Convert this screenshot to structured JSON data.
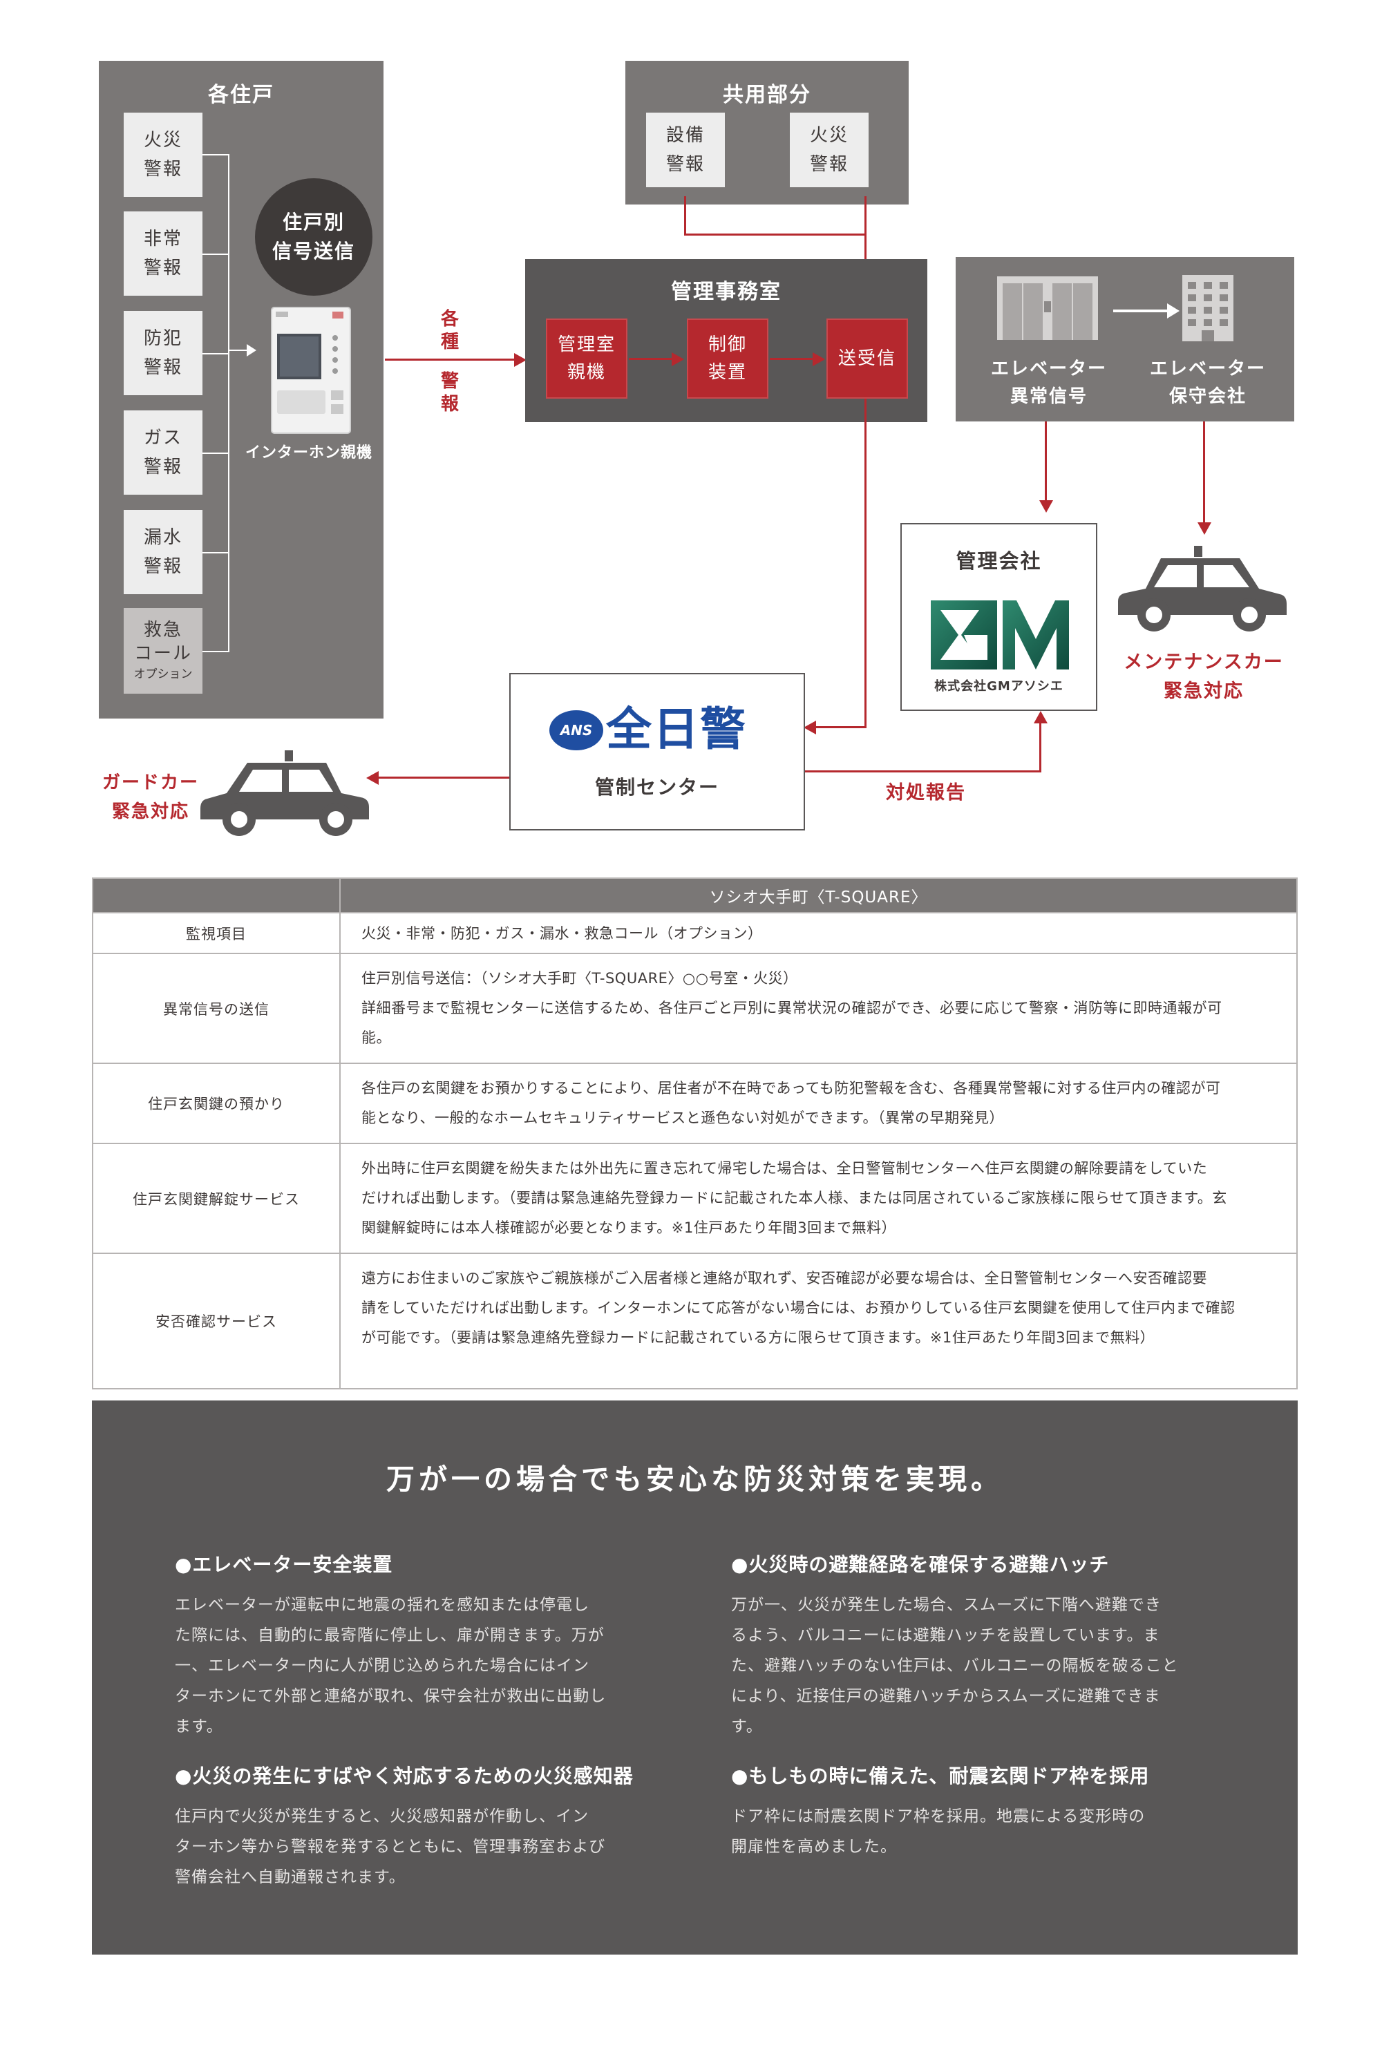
{
  "diagram": {
    "residences": {
      "title": "各住戸",
      "alarms": [
        {
          "line1": "火災",
          "line2": "警報"
        },
        {
          "line1": "非常",
          "line2": "警報"
        },
        {
          "line1": "防犯",
          "line2": "警報"
        },
        {
          "line1": "ガス",
          "line2": "警報"
        },
        {
          "line1": "漏水",
          "line2": "警報"
        }
      ],
      "emergency": {
        "line1": "救急",
        "line2": "コール",
        "option": "オプション"
      },
      "signal_circle": {
        "line1": "住戸別",
        "line2": "信号送信"
      },
      "intercom_label": "インターホン親機"
    },
    "arrow_various_alarms": {
      "c1": "各",
      "c2": "種",
      "c3": "警",
      "c4": "報"
    },
    "common_area": {
      "title": "共用部分",
      "boxes": [
        {
          "line1": "設備",
          "line2": "警報"
        },
        {
          "line1": "火災",
          "line2": "警報"
        }
      ]
    },
    "management_office": {
      "title": "管理事務室",
      "boxes": [
        {
          "line1": "管理室",
          "line2": "親機"
        },
        {
          "line1": "制御",
          "line2": "装置"
        },
        {
          "line1": "送受信",
          "line2": ""
        }
      ]
    },
    "elevator": {
      "signal": {
        "line1": "エレベーター",
        "line2": "異常信号"
      },
      "company": {
        "line1": "エレベーター",
        "line2": "保守会社"
      }
    },
    "management_company": {
      "title": "管理会社",
      "logo_text": "株式会社GMアソシエ"
    },
    "maintenance_car": {
      "line1": "メンテナンスカー",
      "line2": "緊急対応"
    },
    "control_center": {
      "logo_badge": "ANS",
      "logo_text": "全日警",
      "label": "管制センター"
    },
    "guard_car": {
      "line1": "ガードカー",
      "line2": "緊急対応"
    },
    "report_label": "対処報告"
  },
  "table": {
    "header": "ソシオ大手町〈T-SQUARE〉",
    "rows": [
      {
        "label": "監視項目",
        "lines": [
          "火災・非常・防犯・ガス・漏水・救急コール（オプション）"
        ]
      },
      {
        "label": "異常信号の送信",
        "lines": [
          "住戸別信号送信：（ソシオ大手町〈T-SQUARE〉○○号室・火災）",
          "詳細番号まで監視センターに送信するため、各住戸ごと戸別に異常状況の確認ができ、必要に応じて警察・消防等に即時通報が可",
          "能。"
        ]
      },
      {
        "label": "住戸玄関鍵の預かり",
        "lines": [
          "各住戸の玄関鍵をお預かりすることにより、居住者が不在時であっても防犯警報を含む、各種異常警報に対する住戸内の確認が可",
          "能となり、一般的なホームセキュリティサービスと遜色ない対処ができます。（異常の早期発見）"
        ]
      },
      {
        "label": "住戸玄関鍵解錠サービス",
        "lines": [
          "外出時に住戸玄関鍵を紛失または外出先に置き忘れて帰宅した場合は、全日警管制センターへ住戸玄関鍵の解除要請をしていた",
          "だければ出動します。（要請は緊急連絡先登録カードに記載された本人様、または同居されているご家族様に限らせて頂きます。玄",
          "関鍵解錠時には本人様確認が必要となります。※1住戸あたり年間3回まで無料）"
        ]
      },
      {
        "label": "安否確認サービス",
        "lines": [
          "遠方にお住まいのご家族やご親族様がご入居者様と連絡が取れず、安否確認が必要な場合は、全日警管制センターへ安否確認要",
          "請をしていただければ出動します。インターホンにて応答がない場合には、お預かりしている住戸玄関鍵を使用して住戸内まで確認",
          "が可能です。（要請は緊急連絡先登録カードに記載されている方に限らせて頂きます。※1住戸あたり年間3回まで無料）"
        ]
      }
    ]
  },
  "bottom": {
    "heading": "万が一の場合でも安心な防災対策を実現。",
    "features": [
      {
        "title": "●エレベーター安全装置",
        "lines": [
          "エレベーターが運転中に地震の揺れを感知または停電し",
          "た際には、自動的に最寄階に停止し、扉が開きます。万が",
          "一、エレベーター内に人が閉じ込められた場合にはイン",
          "ターホンにて外部と連絡が取れ、保守会社が救出に出動し",
          "ます。"
        ]
      },
      {
        "title": "●火災時の避難経路を確保する避難ハッチ",
        "lines": [
          "万が一、火災が発生した場合、スムーズに下階へ避難でき",
          "るよう、バルコニーには避難ハッチを設置しています。ま",
          "た、避難ハッチのない住戸は、バルコニーの隔板を破ること",
          "により、近接住戸の避難ハッチからスムーズに避難できま",
          "す。"
        ]
      },
      {
        "title": "●火災の発生にすばやく対応するための火災感知器",
        "lines": [
          "住戸内で火災が発生すると、火災感知器が作動し、イン",
          "ターホン等から警報を発するとともに、管理事務室および",
          "警備会社へ自動通報されます。"
        ]
      },
      {
        "title": "●もしもの時に備えた、耐震玄関ドア枠を採用",
        "lines": [
          "ドア枠には耐震玄関ドア枠を採用。地震による変形時の",
          "開扉性を高めました。"
        ]
      }
    ]
  }
}
